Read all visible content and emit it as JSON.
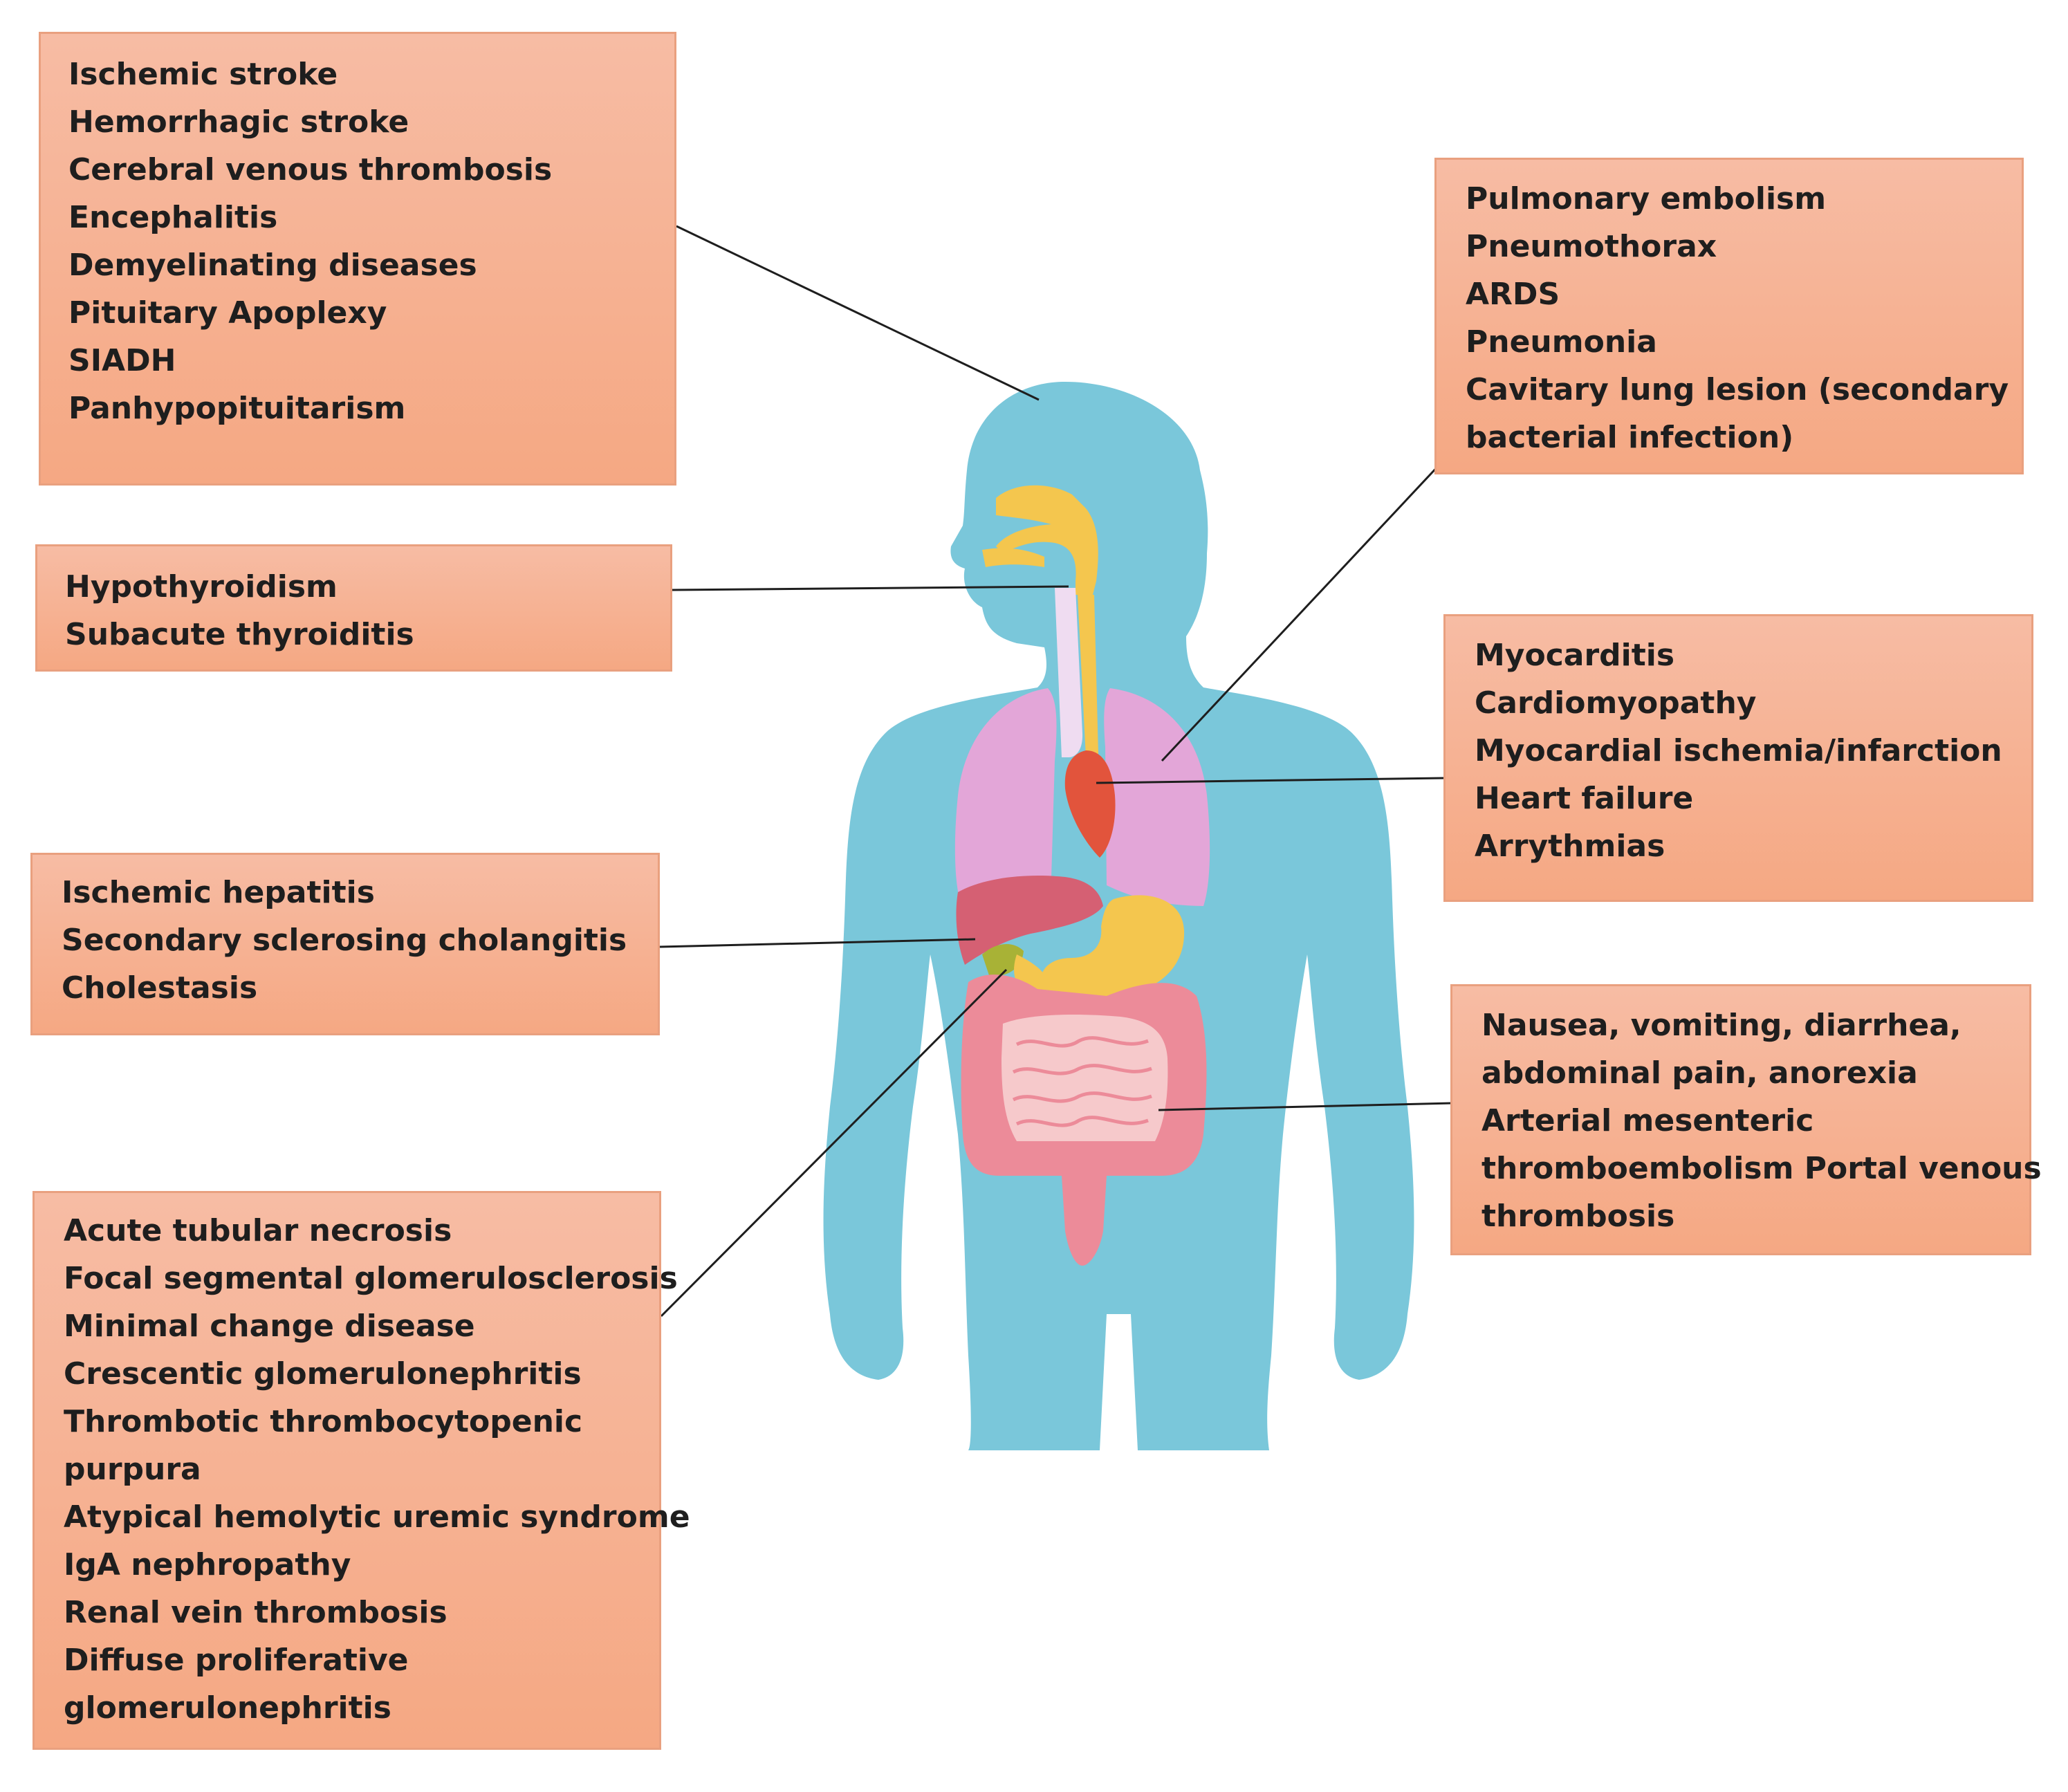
{
  "colors": {
    "box_fill_top": "#f7bca4",
    "box_fill_bottom": "#f5a883",
    "box_border": "#e9a07f",
    "body_silhouette": "#7ac7da",
    "lungs": "#e3a6d8",
    "trachea": "#efdcf1",
    "sinus_and_stomach": "#f4c64e",
    "heart": "#e2543c",
    "liver": "#d56073",
    "gallbladder": "#a8b236",
    "intestines": "#ec8b99",
    "connector_line": "#1e1e1e"
  },
  "boxes": {
    "brain": {
      "items": [
        "Ischemic stroke",
        "Hemorrhagic stroke",
        "Cerebral venous thrombosis",
        "Encephalitis",
        "Demyelinating diseases",
        "Pituitary Apoplexy",
        "SIADH",
        "Panhypopituitarism"
      ]
    },
    "thyroid": {
      "items": [
        "Hypothyroidism",
        "Subacute thyroiditis"
      ]
    },
    "liver": {
      "items": [
        "Ischemic hepatitis",
        "Secondary sclerosing cholangitis",
        "Cholestasis"
      ]
    },
    "kidney": {
      "items": [
        "Acute tubular necrosis",
        "Focal segmental glomerulosclerosis",
        "Minimal change disease",
        "Crescentic glomerulonephritis",
        "Thrombotic thrombocytopenic",
        "purpura",
        "Atypical hemolytic uremic syndrome",
        "IgA nephropathy",
        "Renal vein thrombosis",
        "Diffuse proliferative",
        "glomerulonephritis"
      ]
    },
    "lung": {
      "items": [
        "Pulmonary embolism",
        "Pneumothorax",
        "ARDS",
        "Pneumonia",
        "Cavitary lung lesion (secondary",
        "bacterial infection)"
      ]
    },
    "heart": {
      "items": [
        "Myocarditis",
        "Cardiomyopathy",
        "Myocardial ischemia/infarction",
        "Heart failure",
        "Arrythmias"
      ]
    },
    "gi": {
      "items": [
        "Nausea, vomiting, diarrhea,",
        "abdominal pain, anorexia",
        "Arterial mesenteric",
        "thromboembolism Portal venous",
        "thrombosis"
      ]
    }
  }
}
